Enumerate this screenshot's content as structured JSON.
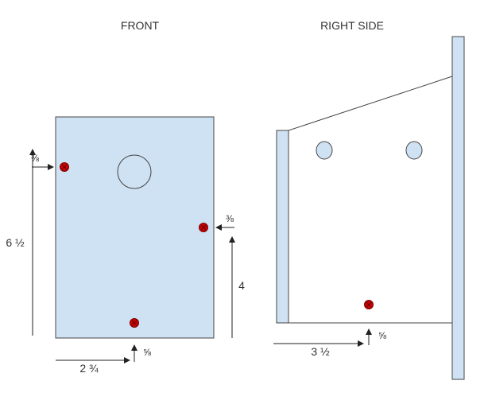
{
  "views": {
    "front": {
      "title": "FRONT"
    },
    "side": {
      "title": "RIGHT SIDE"
    }
  },
  "dimensions": {
    "front_top_hole_offset": "⅜",
    "front_left_height": "6 ½",
    "front_right_hole_offset": "⅜",
    "front_right_height": "4",
    "front_bottom_hole_offset": "⅝",
    "front_bottom_width": "2 ¾",
    "side_bottom_width": "3 ½",
    "side_bottom_hole_offset": "⅝"
  },
  "colors": {
    "panel_fill": "#cfe2f3",
    "outline": "#444444",
    "hole_fill": "#cc0000",
    "hole_stroke": "#7a0000"
  }
}
